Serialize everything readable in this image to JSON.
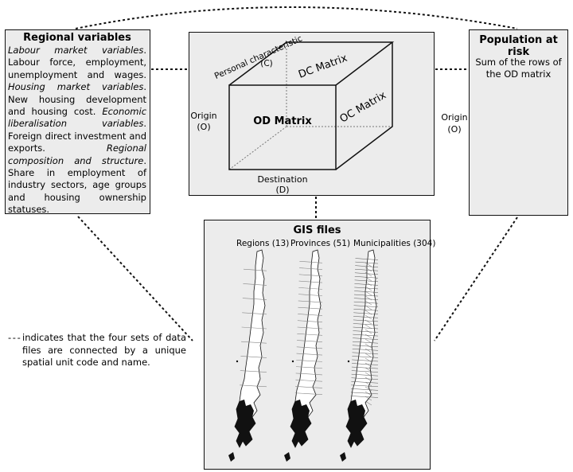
{
  "regional_variables": {
    "title": "Regional variables",
    "items": [
      {
        "heading": "Labour market variables",
        "text": ". Labour force, employment, unemployment and wages."
      },
      {
        "heading": "Housing market variables",
        "text": ". New housing development and housing cost."
      },
      {
        "heading": "Economic liberalisation variables",
        "text": ". Foreign direct investment and exports."
      },
      {
        "heading": "Regional composition and structure",
        "text": ". Share in employment of industry sectors, age groups and housing ownership statuses."
      }
    ]
  },
  "od_matrix": {
    "front_label": "OD Matrix",
    "top_label": "DC Matrix",
    "side_label": "OC Matrix",
    "axis_personal": "Personal characteristic",
    "axis_personal_code": "(C)",
    "axis_origin": "Origin",
    "axis_origin_code": "(O)",
    "axis_destination": "Destination",
    "axis_destination_code": "(D)"
  },
  "population_at_risk": {
    "title": "Population at risk",
    "body": "Sum of the rows of the OD matrix",
    "origin_label": "Origin",
    "origin_code": "(O)"
  },
  "gis_files": {
    "title": "GIS files",
    "maps": [
      {
        "label": "Regions (13)",
        "detail": 0
      },
      {
        "label": "Provinces (51)",
        "detail": 1
      },
      {
        "label": "Municipalities (304)",
        "detail": 2
      }
    ]
  },
  "legend": {
    "symbol": "- - -",
    "text": "indicates that the four sets of data files are connected by a unique spatial unit code and name."
  },
  "colors": {
    "box_fill": "#ececec",
    "line": "#111111",
    "map_fill": "#ffffff",
    "map_dark": "#111111"
  }
}
